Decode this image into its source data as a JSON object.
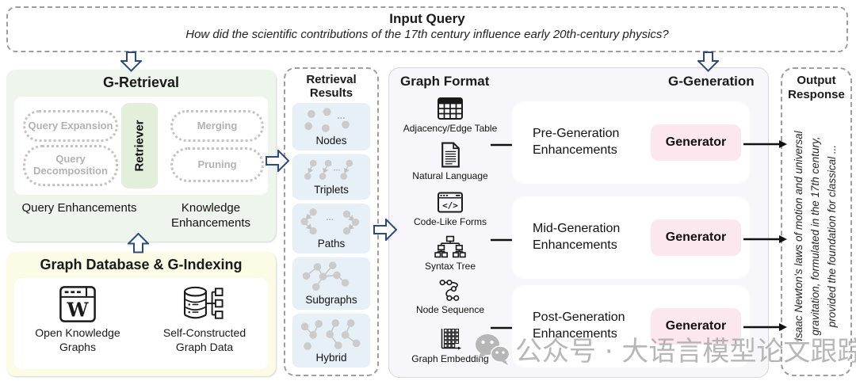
{
  "colors": {
    "retrieval_bg": "#edf5ec",
    "retriever_bg": "#e3efdb",
    "indexing_bg": "#fbfbe6",
    "result_item_bg": "#e7f0f6",
    "generation_bg": "#f7f7fb",
    "generator_bg": "#fbe7ed",
    "block_arrow_outline": "#2d4a7e",
    "muted_pill_text": "#b2b2b2",
    "watermark_gray": "#a6a6a6"
  },
  "input_query": {
    "title": "Input Query",
    "question": "How did the scientific contributions of the 17th century influence early 20th-century physics?"
  },
  "g_retrieval": {
    "title": "G-Retrieval",
    "retriever": "Retriever",
    "pills": {
      "query_expansion": "Query Expansion",
      "query_decomposition": "Query Decomposition",
      "merging": "Merging",
      "pruning": "Pruning"
    },
    "query_group": "Query Enhancements",
    "knowledge_group": "Knowledge Enhancements"
  },
  "g_indexing": {
    "title": "Graph Database & G-Indexing",
    "open_kg": {
      "label": "Open Knowledge Graphs",
      "glyph": "W"
    },
    "self_constructed": {
      "label": "Self-Constructed Graph Data"
    }
  },
  "retrieval_results": {
    "title": "Retrieval Results",
    "items": [
      {
        "label": "Nodes",
        "ellipsis": "..."
      },
      {
        "label": "Triplets",
        "ellipsis": "..."
      },
      {
        "label": "Paths",
        "ellipsis": "..."
      },
      {
        "label": "Subgraphs"
      },
      {
        "label": "Hybrid"
      }
    ]
  },
  "graph_format": {
    "title": "Graph Format",
    "items": [
      {
        "label": "Adjacency/Edge Table"
      },
      {
        "label": "Natural Language"
      },
      {
        "label": "Code-Like Forms",
        "glyph": "</>"
      },
      {
        "label": "Syntax Tree"
      },
      {
        "label": "Node Sequence"
      },
      {
        "label": "Graph Embedding"
      }
    ]
  },
  "g_generation": {
    "title": "G-Generation",
    "rows": [
      {
        "label": "Pre-Generation Enhancements",
        "button": "Generator"
      },
      {
        "label": "Mid-Generation Enhancements",
        "button": "Generator"
      },
      {
        "label": "Post-Generation Enhancements",
        "button": "Generator"
      }
    ]
  },
  "output_response": {
    "title": "Output Response",
    "text": "Isaac Newton's laws of motion and universal gravitation, formulated in the 17th century, provided the foundation for classical ..."
  },
  "watermark": {
    "text": "公众号 · 大语言模型论文跟踪"
  }
}
